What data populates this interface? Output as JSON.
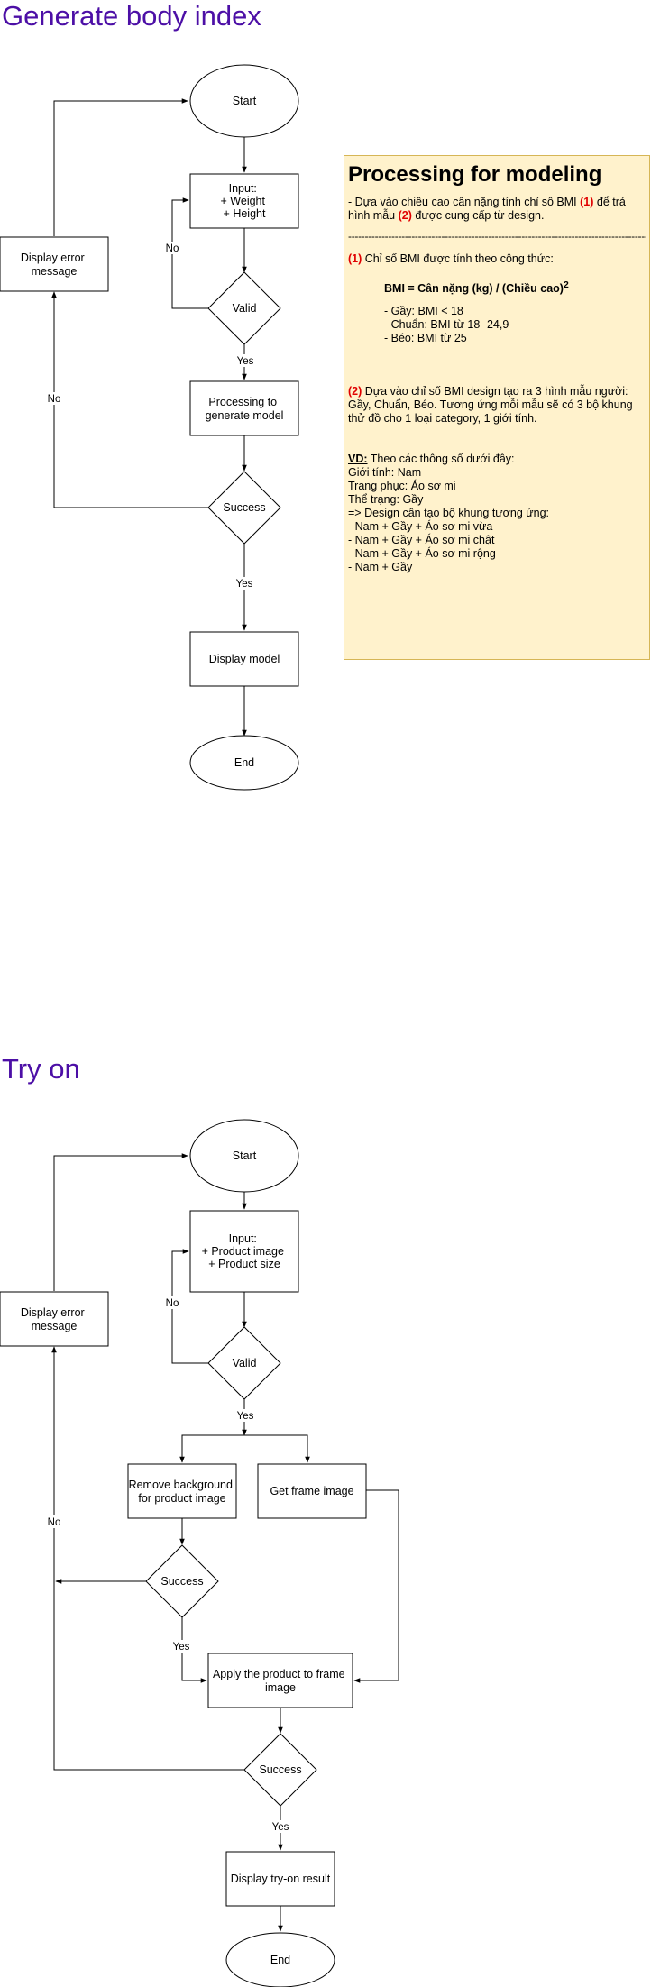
{
  "diagram1": {
    "title": "Generate body index",
    "nodes": {
      "start": "Start",
      "input": [
        "Input:",
        "+ Weight",
        "+ Height"
      ],
      "valid": "Valid",
      "error": [
        "Display error",
        "message"
      ],
      "process": [
        "Processing to",
        "generate model"
      ],
      "success": "Success",
      "display": "Display model",
      "end": "End"
    },
    "edges": {
      "no1": "No",
      "yes1": "Yes",
      "no2": "No",
      "yes2": "Yes"
    }
  },
  "note": {
    "title": "Processing for modeling",
    "intro_pre": "- Dựa vào chiều cao cân nặng tính chỉ số BMI",
    "ref1": "(1)",
    "intro_mid": "để trả hình mẫu",
    "ref2": "(2)",
    "intro_post": "được cung cấp từ design.",
    "separator": "-------------------------------------------------------------------------------------------------------------------",
    "s1_text": "Chỉ số BMI được tính theo công thức:",
    "formula": "BMI = Cân nặng (kg) / (Chiều cao)",
    "formula_sup": "2",
    "bmi_ranges": [
      "- Gầy: BMI < 18",
      "- Chuẩn: BMI từ 18 -24,9",
      "- Béo: BMI từ 25"
    ],
    "s2_text": "Dựa vào chỉ số BMI design tạo ra 3 hình mẫu người: Gầy, Chuẩn, Béo. Tương ứng mỗi mẫu sẽ có 3 bộ khung thử đồ cho 1 loại category, 1 giới tính.",
    "vd_label": "VD:",
    "vd_text": "Theo các thông số dưới đây:",
    "vd_lines": [
      "Giới tính: Nam",
      "Trang phục: Áo sơ mi",
      "Thể trạng: Gầy",
      "=> Design cần tạo bộ khung tương ứng:",
      "- Nam + Gầy + Áo sơ mi vừa",
      "- Nam + Gầy + Áo sơ mi chật",
      "- Nam + Gầy + Áo sơ mi rộng",
      "- Nam + Gầy"
    ]
  },
  "diagram2": {
    "title": "Try on",
    "nodes": {
      "start": "Start",
      "input": [
        "Input:",
        "+ Product image",
        "+ Product size"
      ],
      "valid": "Valid",
      "error": [
        "Display error",
        "message"
      ],
      "remove_bg": [
        "Remove background",
        "for product image"
      ],
      "get_frame": "Get frame image",
      "success1": "Success",
      "apply": [
        "Apply the product to frame",
        "image"
      ],
      "success2": "Success",
      "display": "Display try-on result",
      "end": "End"
    },
    "edges": {
      "no1": "No",
      "yes1": "Yes",
      "no2": "No",
      "yes2": "Yes",
      "yes3": "Yes"
    }
  }
}
